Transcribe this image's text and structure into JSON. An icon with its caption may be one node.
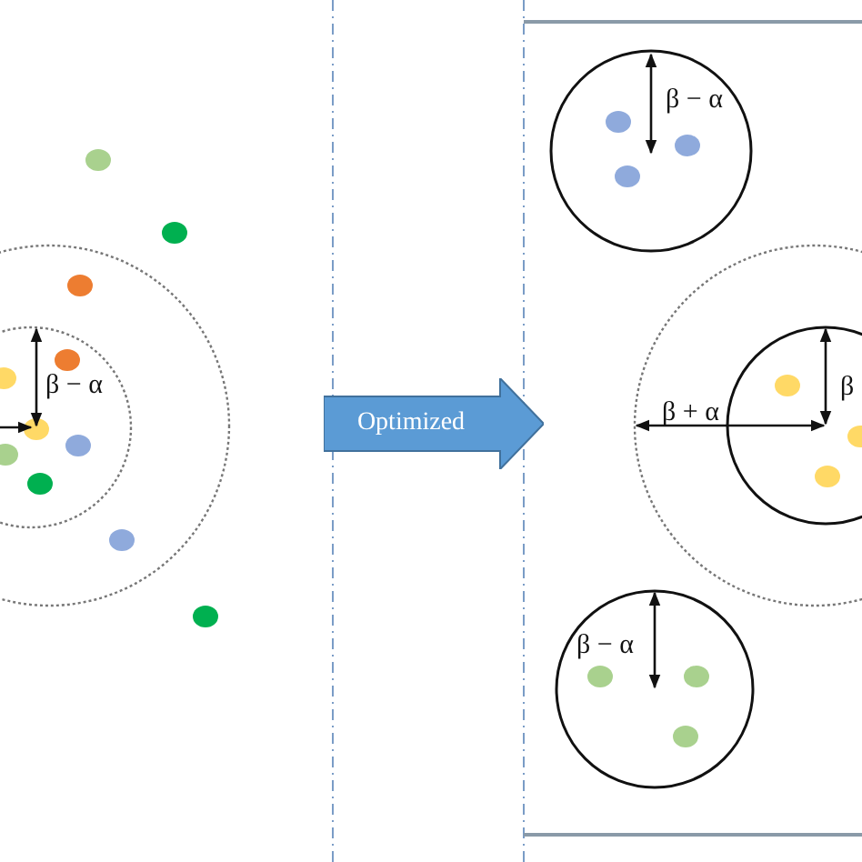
{
  "diagram": {
    "nodes": [
      {
        "text": [
          "Optimized"
        ]
      }
    ],
    "edges": [],
    "labels": [
      "β − α",
      "β − α",
      "β",
      "β + α",
      "β − α"
    ]
  }
}
